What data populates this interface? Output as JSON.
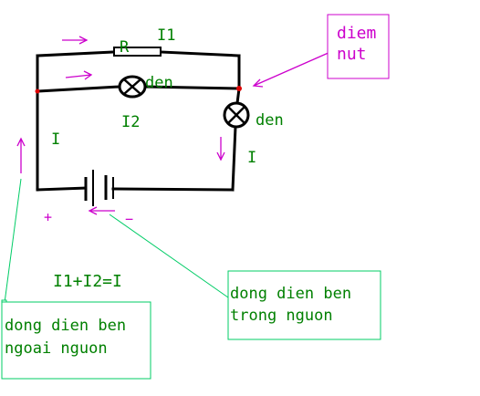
{
  "colors": {
    "wire": "#000000",
    "label": "#008000",
    "arrow": "#cc00cc",
    "callout_green": "#00cc66",
    "node_dot": "#dd0000"
  },
  "labels": {
    "resistor": "R",
    "i1": "I1",
    "i2": "I2",
    "lamp_top": "den",
    "lamp_right": "den",
    "i_left": "I",
    "i_right": "I",
    "plus": "+",
    "minus": "−",
    "equation": "I1+I2=I"
  },
  "callouts": {
    "node": [
      "diem",
      "nut"
    ],
    "inside": [
      "dong dien ben",
      "trong nguon"
    ],
    "outside": [
      "dong dien ben",
      "ngoai nguon"
    ]
  }
}
